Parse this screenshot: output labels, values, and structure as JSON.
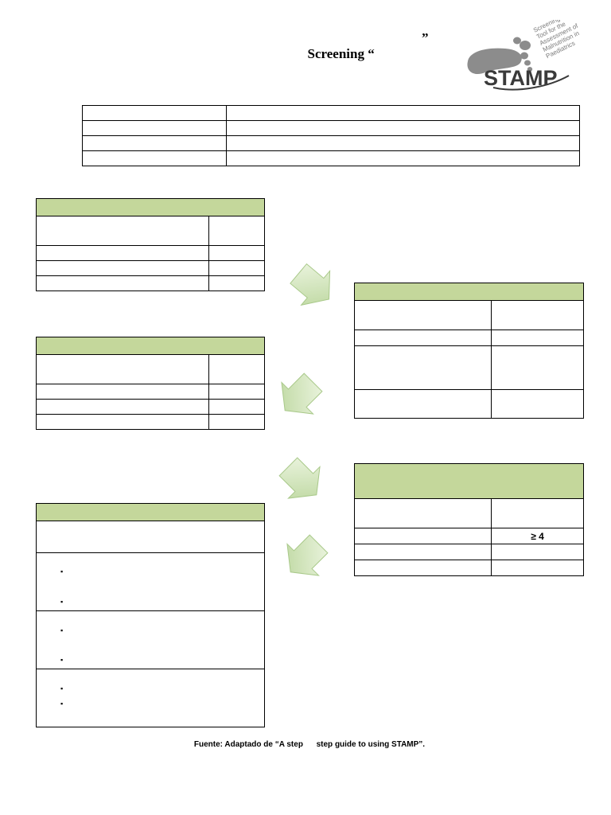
{
  "header": {
    "title_text": "Screening “",
    "title_close_quote": "”"
  },
  "logo": {
    "caption": "Screening Tool for the Assessment of Malnutrition in Paediatrics",
    "caption_lines": [
      "Screening",
      "Tool for the",
      "Assessment of",
      "Malnutrition in",
      "Paediatrics"
    ],
    "wordmark": "STAMP",
    "icon": "footprint-icon"
  },
  "scores_box": {
    "threshold_label": "≥ 4"
  },
  "bullet_symbol": "▪",
  "footer": {
    "source_text": "Fuente: Adaptado de “A step      step guide to using STAMP”."
  },
  "colors": {
    "table_header_green": "#c4d79b",
    "arrow_light": "#e9f3dc",
    "arrow_dark": "#b9d59a",
    "logo_gray": "#8c8c8c"
  }
}
